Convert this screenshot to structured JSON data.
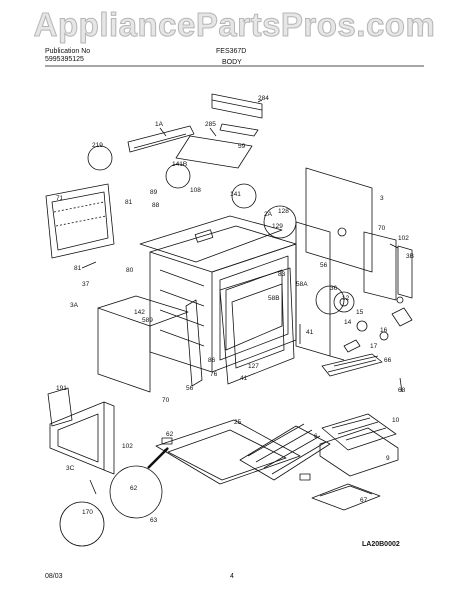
{
  "watermark": "AppliancePartsPros.com",
  "header": {
    "left_line1": "Publication No",
    "left_line2": "5995395125",
    "model": "FES367D",
    "section": "BODY"
  },
  "footer": {
    "date": "08/03",
    "page": "4"
  },
  "drawing_code": "LA20B0002",
  "callouts": [
    "284",
    "1A",
    "285",
    "59",
    "219",
    "141B",
    "89",
    "88",
    "108",
    "141",
    "2A",
    "128",
    "129",
    "3",
    "71",
    "81",
    "70",
    "102",
    "3B",
    "80",
    "83",
    "56",
    "58A",
    "12",
    "37",
    "81",
    "58B",
    "36",
    "41",
    "14",
    "15",
    "16",
    "17",
    "3A",
    "142",
    "589",
    "86",
    "76",
    "41",
    "127",
    "66",
    "68",
    "56",
    "70",
    "191",
    "62",
    "25",
    "6",
    "10",
    "102",
    "9",
    "3C",
    "62",
    "63",
    "67",
    "170"
  ]
}
